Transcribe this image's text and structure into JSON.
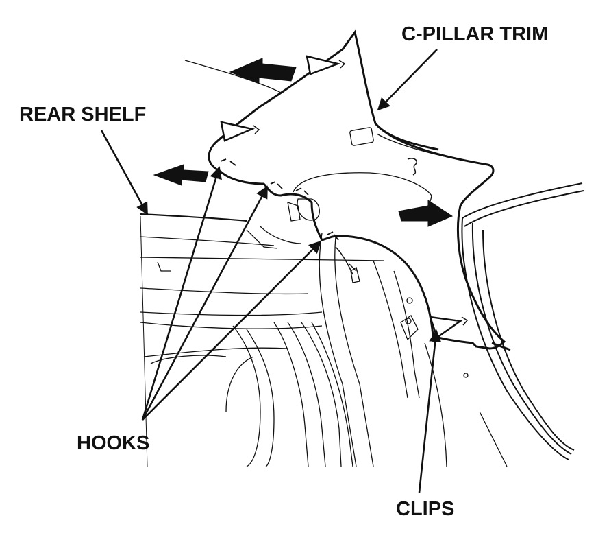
{
  "labels": {
    "c_pillar_trim": "C-PILLAR TRIM",
    "rear_shelf": "REAR SHELF",
    "hooks": "HOOKS",
    "clips": "CLIPS"
  },
  "colors": {
    "line": "#111111",
    "background": "#ffffff"
  }
}
